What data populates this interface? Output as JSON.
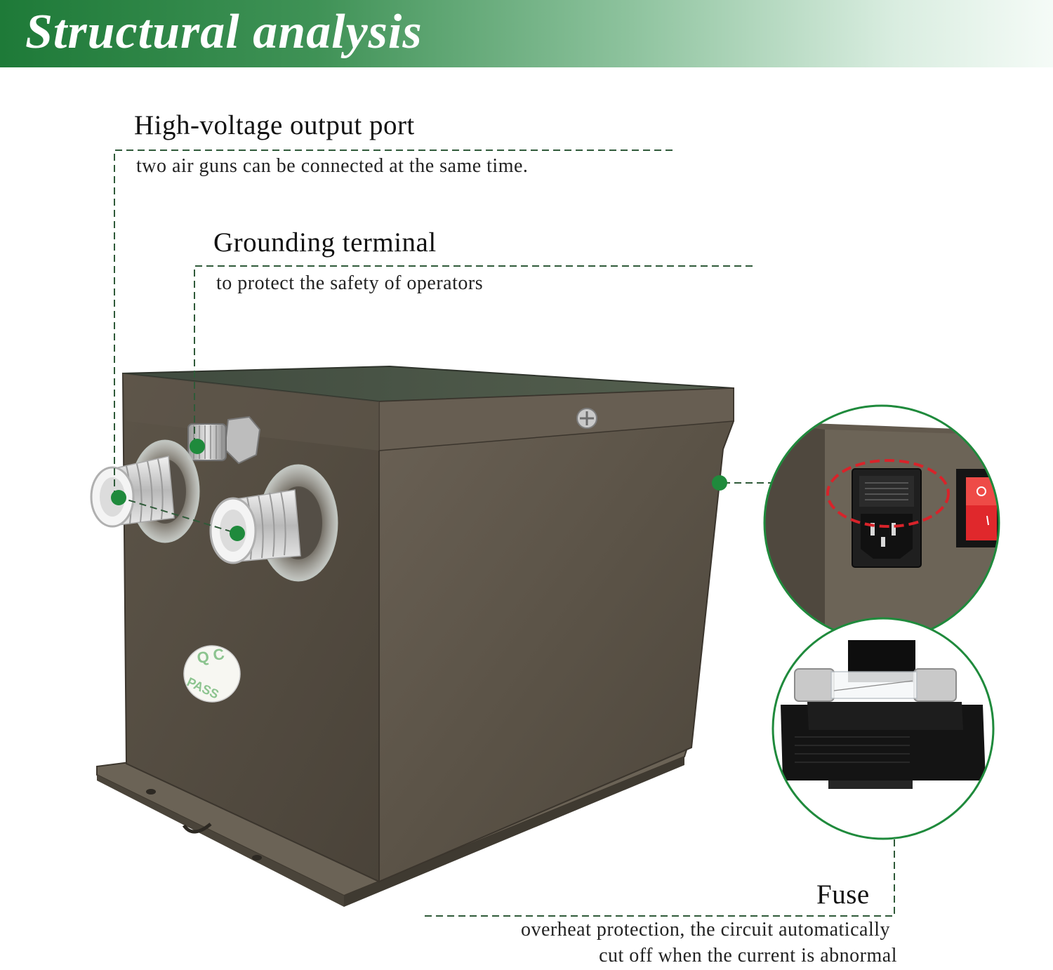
{
  "banner": {
    "title": "Structural analysis"
  },
  "callouts": {
    "output_port": {
      "title": "High-voltage output port",
      "desc": "two air guns can be connected at the same time."
    },
    "grounding": {
      "title": "Grounding terminal",
      "desc": "to protect the safety of operators"
    },
    "fuse": {
      "title": "Fuse",
      "desc_line1": "overheat protection, the circuit automatically",
      "desc_line2": "cut off when the current is abnormal"
    }
  },
  "sticker": {
    "top": "Q C",
    "bottom": "PASS"
  },
  "colors": {
    "accent_green": "#1f8a3c",
    "box_brown": "#5a5248",
    "highlight_red": "#d8232a"
  }
}
